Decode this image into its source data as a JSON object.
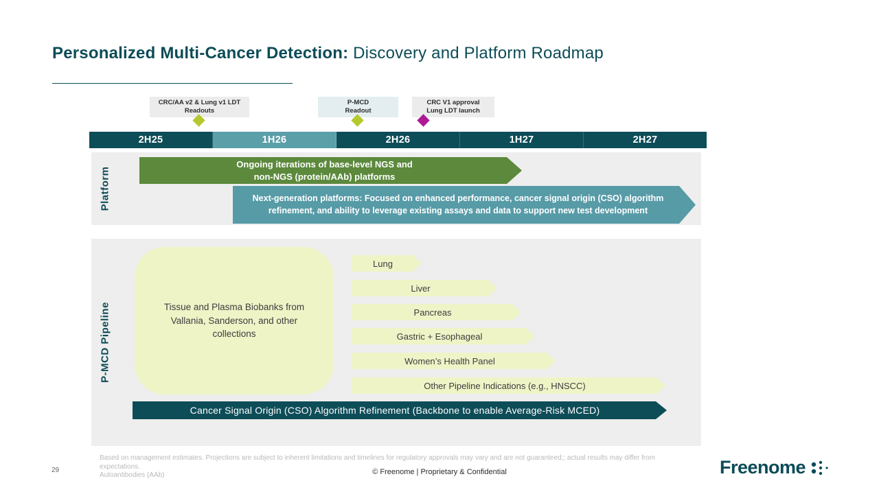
{
  "title": {
    "bold": "Personalized Multi-Cancer Detection:",
    "regular": " Discovery and Platform Roadmap"
  },
  "milestones": [
    {
      "line1": "CRC/AA v2 & Lung v1 LDT",
      "line2": "Readouts",
      "diamond_color": "#b5c92f",
      "box_color": "#ececec"
    },
    {
      "line1": "P-MCD",
      "line2": "Readout",
      "diamond_color": "#b5c92f",
      "box_color": "#e4eef0"
    },
    {
      "line1": "CRC V1 approval",
      "line2": "Lung LDT launch",
      "diamond_color": "#ad1a94",
      "box_color": "#ececec"
    }
  ],
  "timeline": {
    "periods": [
      {
        "label": "2H25"
      },
      {
        "label": "1H26"
      },
      {
        "label": "2H26"
      },
      {
        "label": "1H27"
      },
      {
        "label": "2H27"
      }
    ],
    "bar_color": "#0d4d58",
    "highlight_color": "#5b9fa9"
  },
  "platform": {
    "section_label": "Platform",
    "ngs_arrow_line1": "Ongoing iterations of base-level NGS and",
    "ngs_arrow_line2": "non-NGS (protein/AAb) platforms",
    "nextgen_arrow": "Next-generation platforms:  Focused on enhanced performance, cancer signal origin (CSO) algorithm refinement, and ability to leverage existing assays and data to support new test development"
  },
  "pipeline": {
    "section_label": "P-MCD  Pipeline",
    "biobank_box": "Tissue and Plasma Biobanks from Vallania, Sanderson, and other collections",
    "indications": [
      {
        "label": "Lung"
      },
      {
        "label": "Liver"
      },
      {
        "label": "Pancreas"
      },
      {
        "label": "Gastric + Esophageal"
      },
      {
        "label": "Women’s Health Panel"
      },
      {
        "label": "Other Pipeline Indications (e.g., HNSCC)"
      }
    ],
    "cso_arrow": "Cancer Signal Origin (CSO) Algorithm Refinement (Backbone to enable Average-Risk MCED)"
  },
  "footer": {
    "page_number": "29",
    "disclaimer": "Based on management estimates. Projections are subject to inherent limitations and timelines for regulatory approvals may vary and are not guaranteed;; actual results may differ from expectations.",
    "note": "Autoantibodies (AAb)",
    "confidential": "© Freenome | Proprietary & Confidential",
    "logo_text": "Freenome"
  }
}
